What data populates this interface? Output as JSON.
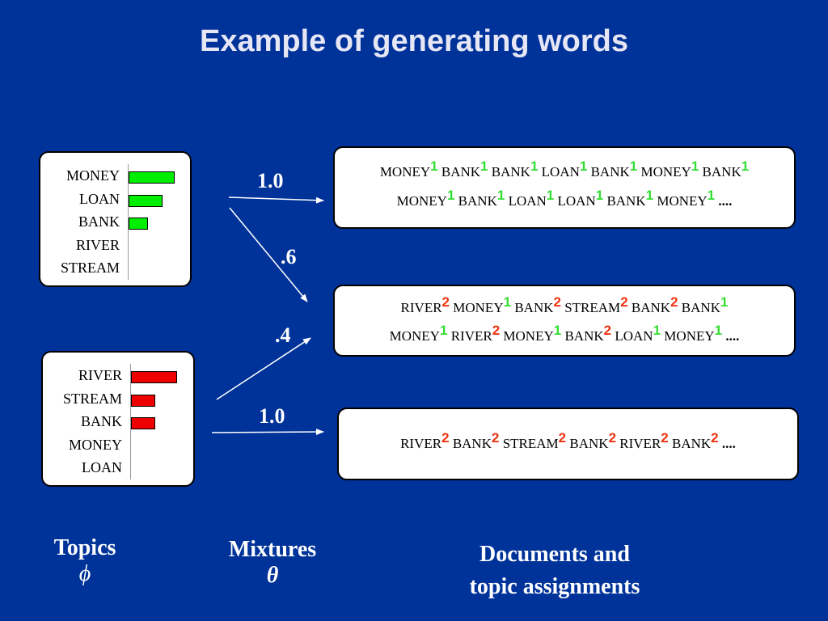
{
  "title": "Example of generating words",
  "colors": {
    "background": "#003399",
    "topic1": "#00ee00",
    "topic2": "#ee0000",
    "tag1": "#33dd33",
    "tag2": "#ee3311"
  },
  "topics": [
    {
      "words": [
        {
          "word": "MONEY",
          "prob": 1.0
        },
        {
          "word": "LOAN",
          "prob": 0.73
        },
        {
          "word": "BANK",
          "prob": 0.42
        },
        {
          "word": "RIVER",
          "prob": 0
        },
        {
          "word": "STREAM",
          "prob": 0
        }
      ]
    },
    {
      "words": [
        {
          "word": "RIVER",
          "prob": 1.0
        },
        {
          "word": "STREAM",
          "prob": 0.53
        },
        {
          "word": "BANK",
          "prob": 0.53
        },
        {
          "word": "MONEY",
          "prob": 0
        },
        {
          "word": "LOAN",
          "prob": 0
        }
      ]
    }
  ],
  "mixtures": [
    {
      "label": "1.0",
      "topic": 1,
      "doc": 1
    },
    {
      "label": ".6",
      "topic": 1,
      "doc": 2
    },
    {
      "label": ".4",
      "topic": 2,
      "doc": 2
    },
    {
      "label": "1.0",
      "topic": 2,
      "doc": 3
    }
  ],
  "documents": [
    {
      "lines": [
        {
          "tokens": [
            [
              "MONEY",
              1
            ],
            [
              "BANK",
              1
            ],
            [
              "BANK",
              1
            ],
            [
              "LOAN",
              1
            ],
            [
              "BANK",
              1
            ],
            [
              "MONEY",
              1
            ],
            [
              "BANK",
              1
            ]
          ],
          "ellipsis": ""
        },
        {
          "tokens": [
            [
              "MONEY",
              1
            ],
            [
              "BANK",
              1
            ],
            [
              "LOAN",
              1
            ],
            [
              "LOAN",
              1
            ],
            [
              "BANK",
              1
            ],
            [
              "MONEY",
              1
            ]
          ],
          "ellipsis": "...."
        }
      ]
    },
    {
      "lines": [
        {
          "tokens": [
            [
              "RIVER",
              2
            ],
            [
              "MONEY",
              1
            ],
            [
              "BANK",
              2
            ],
            [
              "STREAM",
              2
            ],
            [
              "BANK",
              2
            ],
            [
              "BANK",
              1
            ]
          ],
          "ellipsis": ""
        },
        {
          "tokens": [
            [
              "MONEY",
              1
            ],
            [
              "RIVER",
              2
            ],
            [
              "MONEY",
              1
            ],
            [
              "BANK",
              2
            ],
            [
              "LOAN",
              1
            ],
            [
              "MONEY",
              1
            ]
          ],
          "ellipsis": "...."
        }
      ]
    },
    {
      "lines": [
        {
          "tokens": [
            [
              "RIVER",
              2
            ],
            [
              "BANK",
              2
            ],
            [
              "STREAM",
              2
            ],
            [
              "BANK",
              2
            ],
            [
              "RIVER",
              2
            ],
            [
              "BANK",
              2
            ]
          ],
          "ellipsis": "...."
        }
      ]
    }
  ],
  "captions": {
    "topics": "Topics",
    "topics_symbol": "ϕ",
    "mixtures": "Mixtures",
    "mixtures_symbol": "θ",
    "documents_line1": "Documents and",
    "documents_line2": "topic assignments"
  }
}
